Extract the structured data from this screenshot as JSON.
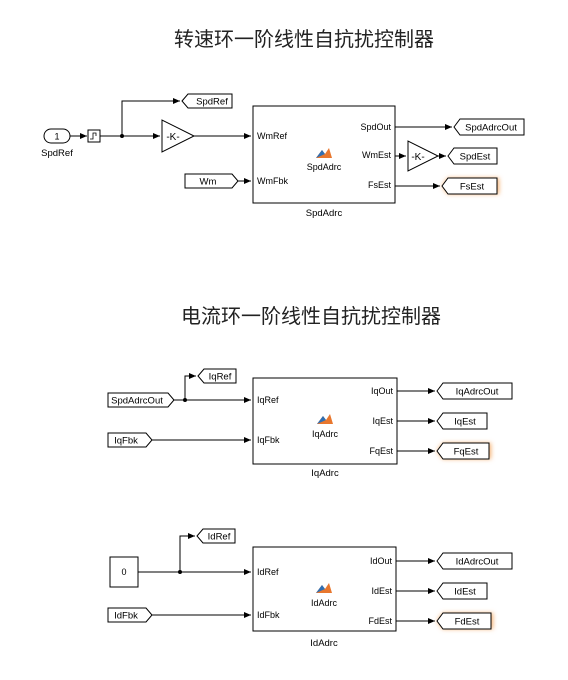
{
  "section1": {
    "title": "转速环一阶线性自抗扰控制器",
    "inport_number": "1",
    "inport_name": "SpdRef",
    "goto_spdref": "SpdRef",
    "gain1": "-K-",
    "from_wm": "Wm",
    "block": {
      "name": "SpdAdrc",
      "center_label": "SpdAdrc",
      "inputs": [
        "WmRef",
        "WmFbk"
      ],
      "outputs": [
        "SpdOut",
        "WmEst",
        "FsEst"
      ]
    },
    "gain2": "-K-",
    "goto_outputs": [
      "SpdAdrcOut",
      "SpdEst",
      "FsEst"
    ]
  },
  "section2": {
    "title": "电流环一阶线性自抗扰控制器",
    "q": {
      "from_ref": "SpdAdrcOut",
      "goto_ref": "IqRef",
      "from_fbk": "IqFbk",
      "block": {
        "name": "IqAdrc",
        "center_label": "IqAdrc",
        "inputs": [
          "IqRef",
          "IqFbk"
        ],
        "outputs": [
          "IqOut",
          "IqEst",
          "FqEst"
        ]
      },
      "goto_outputs": [
        "IqAdrcOut",
        "IqEst",
        "FqEst"
      ]
    },
    "d": {
      "constant": "0",
      "goto_ref": "IdRef",
      "from_fbk": "IdFbk",
      "block": {
        "name": "IdAdrc",
        "center_label": "IdAdrc",
        "inputs": [
          "IdRef",
          "IdFbk"
        ],
        "outputs": [
          "IdOut",
          "IdEst",
          "FdEst"
        ]
      },
      "goto_outputs": [
        "IdAdrcOut",
        "IdEst",
        "FdEst"
      ]
    }
  },
  "colors": {
    "highlight_glow": "#f5b070",
    "matlab_icon_orange": "#e8772e",
    "matlab_icon_blue": "#2f6fb3"
  }
}
